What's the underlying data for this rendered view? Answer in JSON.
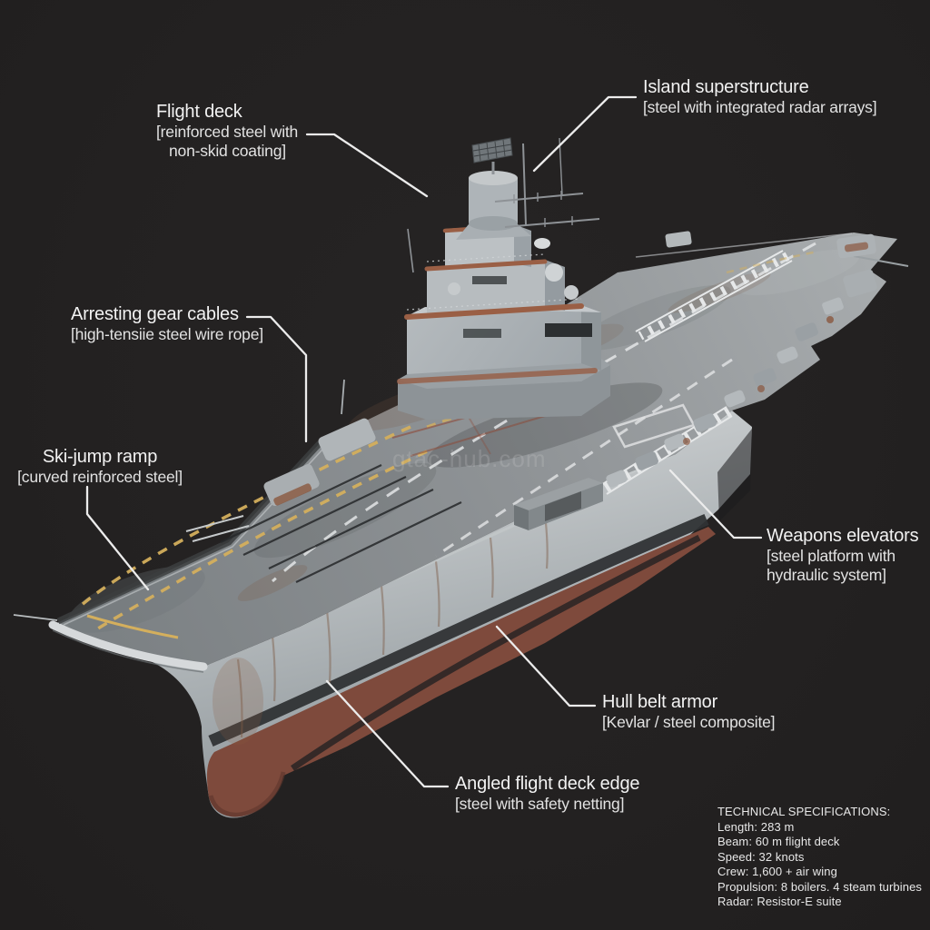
{
  "title": "Aircraft carrier annotated cutaway infographic",
  "watermark": "gtac-hub.com",
  "labels": {
    "flight_deck": {
      "title": "Flight deck",
      "line2": "[reinforced steel with",
      "line3": "non-skid coating]"
    },
    "island": {
      "title": "Island superstructure",
      "line2": "[steel with integrated radar arrays]"
    },
    "arresting": {
      "title": "Arresting gear cables",
      "line2": "[high-tensiie steel wire rope]"
    },
    "ski_jump": {
      "title": "Ski-jump ramp",
      "line2": "[curved reinforced steel]"
    },
    "weapons": {
      "title": "Weapons elevators",
      "line2": "[steel platform with",
      "line3": "hydraulic system]"
    },
    "hull_belt": {
      "title": "Hull belt armor",
      "line2": "[Kevlar / steel composite]"
    },
    "angled_edge": {
      "title": "Angled flight deck edge",
      "line2": "[steel with safety netting]"
    }
  },
  "specs": {
    "heading": "TECHNICAL SPECIFICATIONS:",
    "lines": [
      "Length: 283 m",
      "Beam: 60 m flight deck",
      "Speed: 32 knots",
      "Crew: 1,600 + air wing",
      "Propulsion: 8 boilers. 4 steam turbines",
      "Radar: Resistor-E suite"
    ]
  },
  "colors": {
    "background": "#232121",
    "deck_gray": "#8f9396",
    "hull_gray": "#b5babd",
    "hull_antifouling_red": "#7e4a3c",
    "boot_stripe": "#303335",
    "rust": "#96604a",
    "marking_yellow": "#d4af5d",
    "marking_white": "#e3e5e6",
    "label_text": "#f2f2f2",
    "leader_line": "#ececec"
  }
}
